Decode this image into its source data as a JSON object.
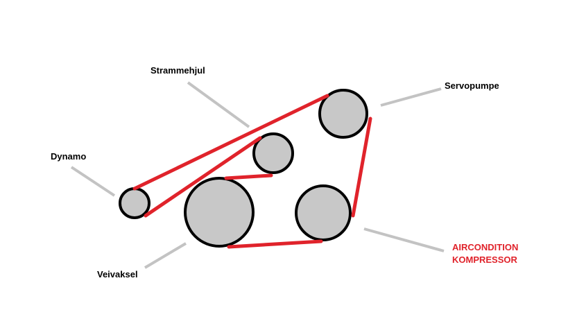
{
  "labels": {
    "tensioner": "Strammehjul",
    "power_steering": "Servopumpe",
    "alternator": "Dynamo",
    "crankshaft": "Veivaksel",
    "ac_line1": "AIRCONDITION",
    "ac_line2": "KOMPRESSOR"
  },
  "colors": {
    "belt": "#e0232b",
    "pulley_fill": "#c8c8c8",
    "pulley_stroke": "#000000",
    "pointer": "#c3c3c3",
    "text": "#000000",
    "ac_text": "#e0232b"
  }
}
